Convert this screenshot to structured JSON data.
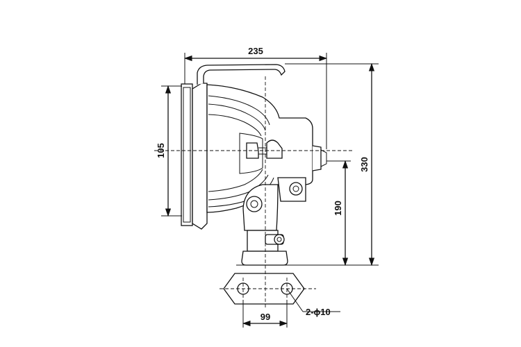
{
  "drawing": {
    "dimensions": {
      "width_top": "235",
      "total_height": "330",
      "lens_height": "105",
      "center_height": "190",
      "hole_spacing": "99",
      "hole_callout": "2-ϕ10"
    }
  }
}
